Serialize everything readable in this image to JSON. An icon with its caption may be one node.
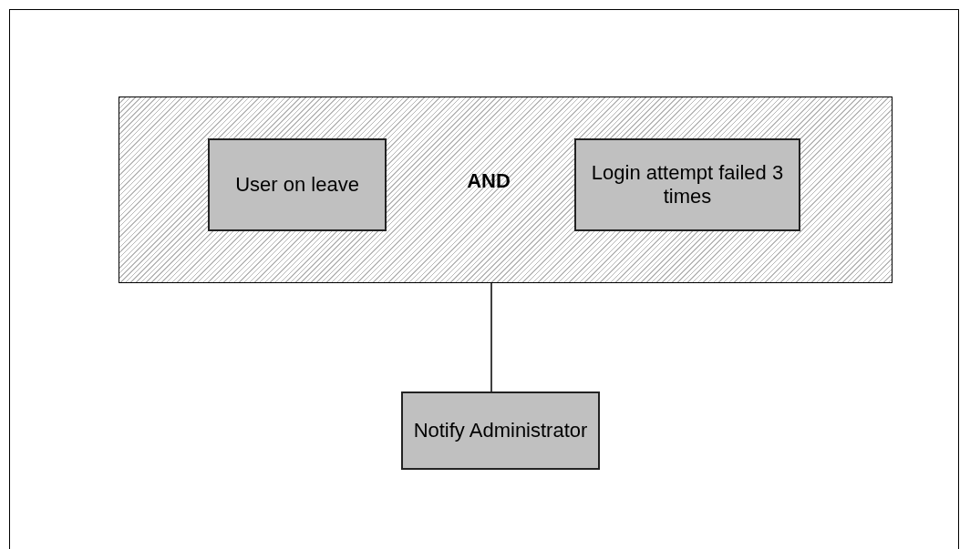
{
  "diagram": {
    "nodes": [
      {
        "text": [
          "AND"
        ]
      },
      {
        "text": [
          "User on leave"
        ],
        "in": 0
      },
      {
        "text": [
          "Login attempt failed 3 times"
        ],
        "in": 0
      },
      {
        "text": [
          "Notify Administrator"
        ]
      }
    ],
    "edges": [
      {
        "from": 0,
        "to": 3,
        "arrow": "none"
      }
    ]
  }
}
